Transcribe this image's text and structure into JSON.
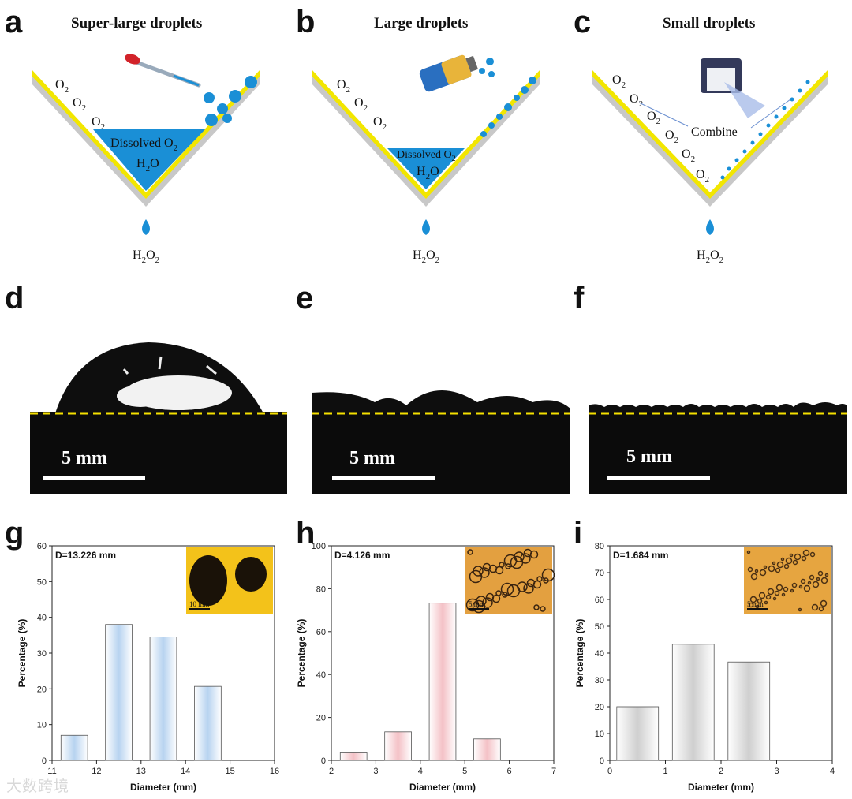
{
  "panels": {
    "a": {
      "label": "a",
      "title": "Super-large droplets",
      "o2": [
        "O",
        "O",
        "O"
      ],
      "water": "Dissolved O",
      "water2": "H",
      "water2b": "O",
      "product": "H",
      "productb": "O"
    },
    "b": {
      "label": "b",
      "title": "Large droplets",
      "o2": [
        "O",
        "O",
        "O"
      ],
      "water": "Dissolved O",
      "water2": "H",
      "water2b": "O",
      "product": "H",
      "productb": "O"
    },
    "c": {
      "label": "c",
      "title": "Small droplets",
      "o2": [
        "O",
        "O",
        "O",
        "O",
        "O",
        "O"
      ],
      "combine": "Combine",
      "product": "H",
      "productb": "O"
    },
    "d": {
      "label": "d",
      "scale": "5 mm"
    },
    "e": {
      "label": "e",
      "scale": "5 mm"
    },
    "f": {
      "label": "f",
      "scale": "5 mm"
    },
    "g": {
      "label": "g"
    },
    "h": {
      "label": "h"
    },
    "i": {
      "label": "i"
    }
  },
  "subscript": "2",
  "colors": {
    "yellow": "#f2e600",
    "water": "#1a8fd6",
    "gray": "#c8c8c8",
    "dash": "#f5e000",
    "blueBar": "#b7d3f0",
    "pinkBar": "#f4c1c6",
    "grayBar": "#cfcfcf"
  },
  "chart_data": [
    {
      "type": "bar",
      "panel": "g",
      "annotation": "D=13.226 mm",
      "inset_scale": "10 mm",
      "xlabel": "Diameter (mm)",
      "ylabel": "Percentage (%)",
      "xlim": [
        11,
        16
      ],
      "ylim": [
        0,
        60
      ],
      "xticks": [
        11,
        12,
        13,
        14,
        15,
        16
      ],
      "yticks": [
        0,
        10,
        20,
        30,
        40,
        50,
        60
      ],
      "bars": [
        {
          "x": 11.5,
          "value": 7
        },
        {
          "x": 12.5,
          "value": 38
        },
        {
          "x": 13.5,
          "value": 34.5
        },
        {
          "x": 14.5,
          "value": 20.7
        }
      ],
      "bar_width": 0.6,
      "color": "#b7d3f0"
    },
    {
      "type": "bar",
      "panel": "h",
      "annotation": "D=4.126 mm",
      "inset_scale": "5 mm",
      "xlabel": "Diameter (mm)",
      "ylabel": "Percentage (%)",
      "xlim": [
        2,
        7
      ],
      "ylim": [
        0,
        100
      ],
      "xticks": [
        2,
        3,
        4,
        5,
        6,
        7
      ],
      "yticks": [
        0,
        20,
        40,
        60,
        80,
        100
      ],
      "bars": [
        {
          "x": 2.5,
          "value": 3.5
        },
        {
          "x": 3.5,
          "value": 13.3
        },
        {
          "x": 4.5,
          "value": 73.3
        },
        {
          "x": 5.5,
          "value": 10
        }
      ],
      "bar_width": 0.6,
      "color": "#f4c1c6"
    },
    {
      "type": "bar",
      "panel": "i",
      "annotation": "D=1.684 mm",
      "inset_scale": "5 mm",
      "xlabel": "Diameter (mm)",
      "ylabel": "Percentage (%)",
      "xlim": [
        0,
        4
      ],
      "ylim": [
        0,
        80
      ],
      "xticks": [
        0,
        1,
        2,
        3,
        4
      ],
      "yticks": [
        0,
        10,
        20,
        30,
        40,
        50,
        60,
        70,
        80
      ],
      "bars": [
        {
          "x": 0.5,
          "value": 20
        },
        {
          "x": 1.5,
          "value": 43.3
        },
        {
          "x": 2.5,
          "value": 36.7
        }
      ],
      "bar_width": 0.75,
      "color": "#cfcfcf"
    }
  ],
  "watermark": "大数跨境"
}
